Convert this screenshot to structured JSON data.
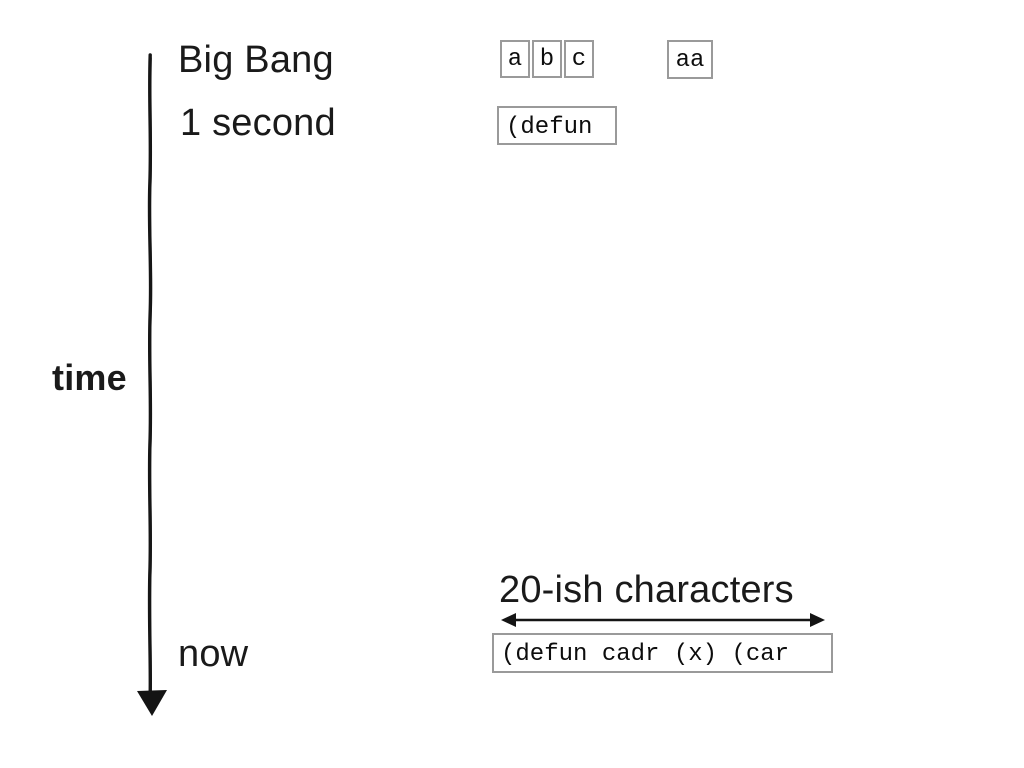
{
  "timeline": {
    "big_bang_label": "Big Bang",
    "one_second_label": "1 second",
    "axis_label": "time",
    "now_label": "now"
  },
  "memory": {
    "char_cells": [
      "a",
      "b",
      "c"
    ],
    "pair_cell": "aa",
    "early_code": "(defun",
    "now_code": "(defun cadr (x) (car",
    "width_caption": "20-ish characters"
  },
  "icons": {
    "time_axis": "down-arrow",
    "width_span": "left-right-arrow"
  },
  "colors": {
    "background": "#ffffff",
    "text": "#1a1a1a",
    "box_border": "#9a9a9a",
    "arrow": "#141414"
  }
}
